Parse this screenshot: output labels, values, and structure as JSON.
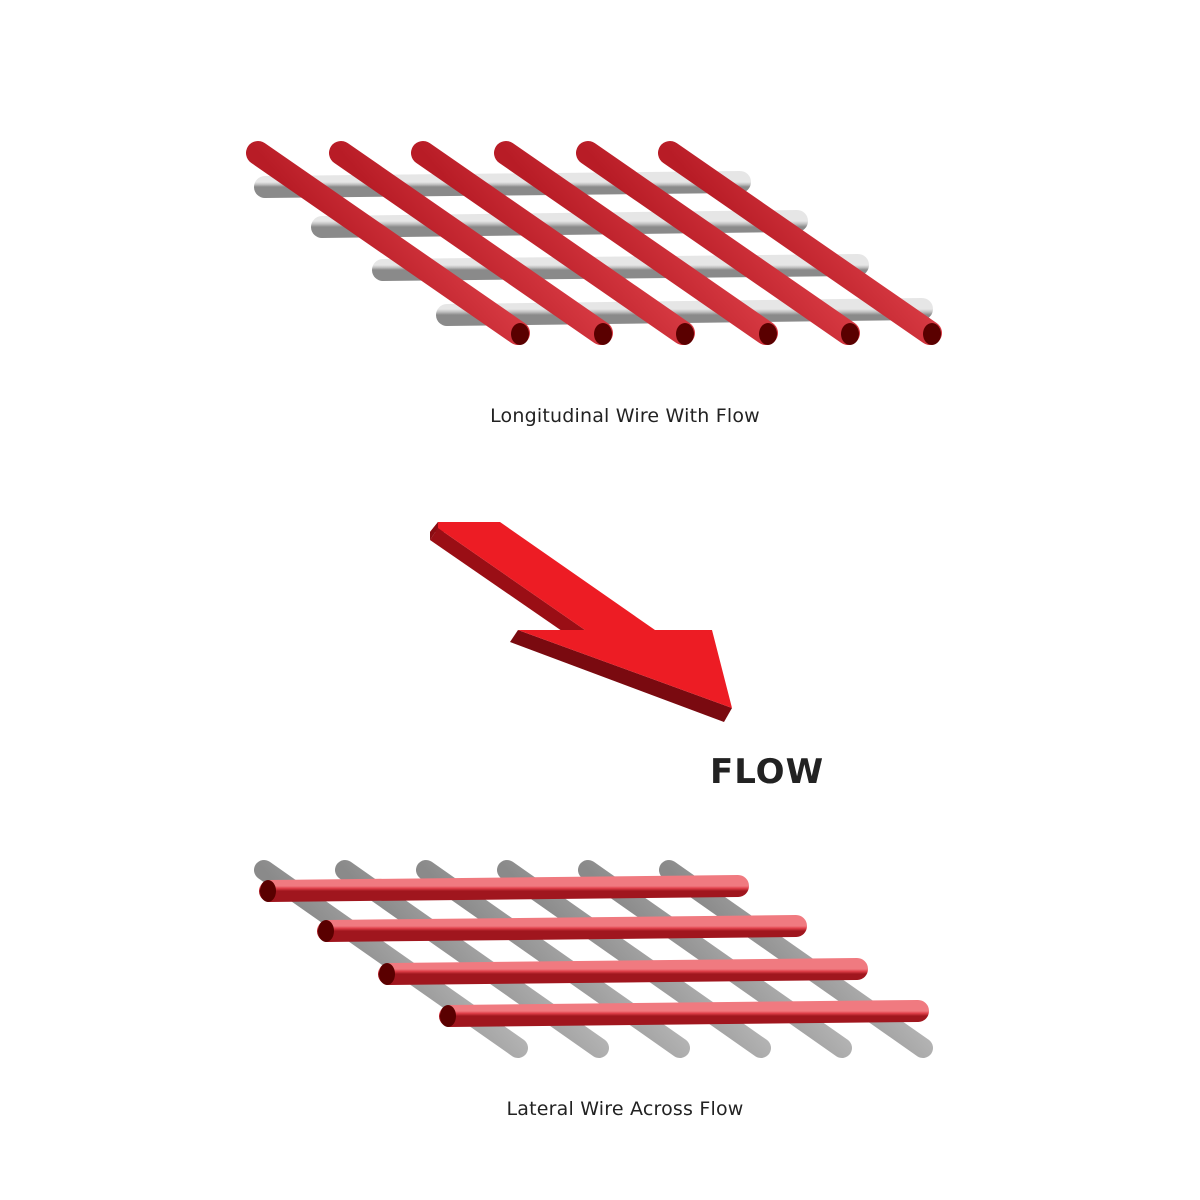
{
  "diagram": {
    "top_caption": "Longitudinal Wire With Flow",
    "bottom_caption": "Lateral Wire Across Flow",
    "flow_label": "FLOW"
  },
  "colors": {
    "red_wire": "#e0404a",
    "red_wire_dark": "#a0161e",
    "red_end": "#5a0000",
    "grey_wire": "#b8b8b8",
    "grey_wire_dark": "#7a7a7a",
    "arrow_face": "#ed1c24",
    "arrow_shade": "#8a0c12"
  }
}
